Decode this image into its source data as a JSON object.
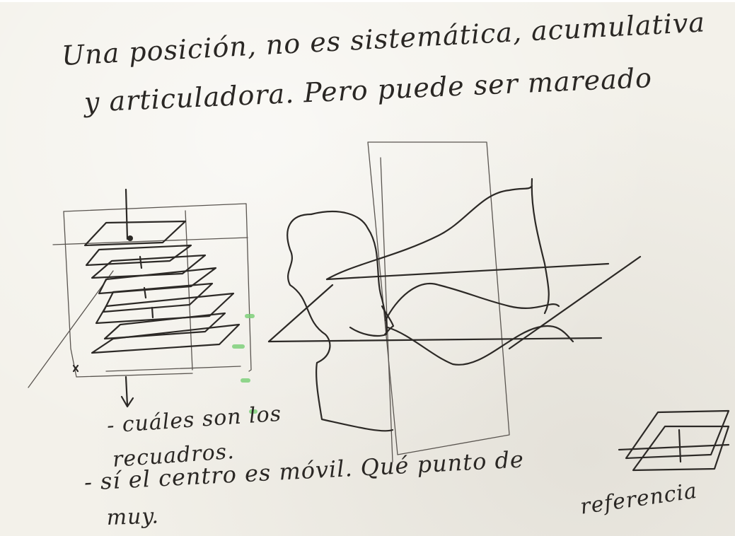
{
  "note": {
    "heading_line_1": "Una posición, no es sistemática, acumulativa",
    "heading_line_2": "y articuladora. Pero puede ser mareado",
    "bullet_1_line_1": "- cuáles son los",
    "bullet_1_line_2": "recuadros.",
    "bullet_2_line_1": "- sí el centro es móvil. Qué punto de",
    "bullet_2_line_2": "muy.",
    "bullet_2_tail": "referencia"
  },
  "colors": {
    "paper": "#f3f1ea",
    "ink": "#2c2926",
    "highlighter": "#7ed07a"
  },
  "icons": {
    "down_arrow": "down-arrow-icon"
  }
}
